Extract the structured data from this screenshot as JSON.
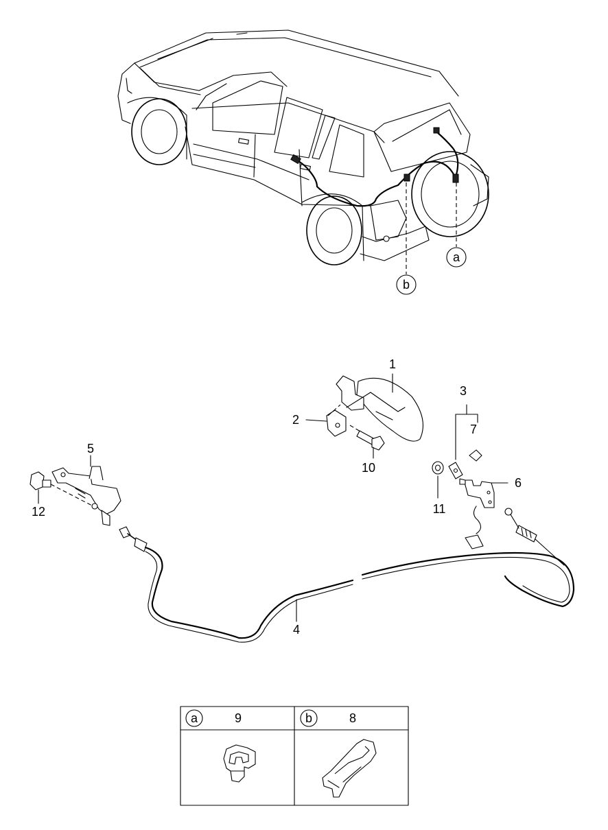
{
  "callouts": {
    "a": "a",
    "b": "b",
    "p1": "1",
    "p2": "2",
    "p3": "3",
    "p4": "4",
    "p5": "5",
    "p6": "6",
    "p7": "7",
    "p10": "10",
    "p11": "11",
    "p12": "12"
  },
  "detail_table": {
    "cells": [
      {
        "ref": "a",
        "part": "9"
      },
      {
        "ref": "b",
        "part": "8"
      }
    ]
  },
  "colors": {
    "line": "#000000",
    "background": "#ffffff"
  }
}
